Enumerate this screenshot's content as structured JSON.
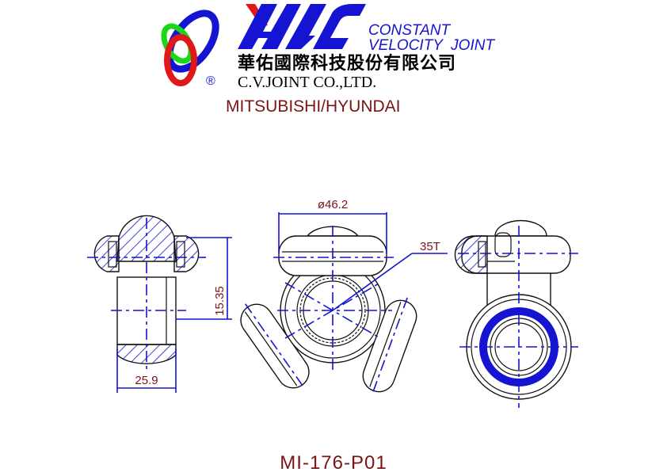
{
  "logo": {
    "brand": "YAC",
    "tagline_line1": "CONSTANT",
    "tagline_line2": "VELOCITY  JOINT",
    "chinese_name": "華佑國際科技股份有限公司",
    "registered_mark": "®",
    "company_name": "C.V.JOINT CO.,LTD."
  },
  "application": "MITSUBISHI/HYUNDAI",
  "dimensions": {
    "width": "25.9",
    "height": "15.35",
    "diameter": "ø46.2",
    "teeth": "35T"
  },
  "part_number": "MI-176-P01",
  "colors": {
    "blue": "#1414d2",
    "red": "#e01818",
    "green": "#18d818",
    "dark_red": "#7a1414"
  }
}
